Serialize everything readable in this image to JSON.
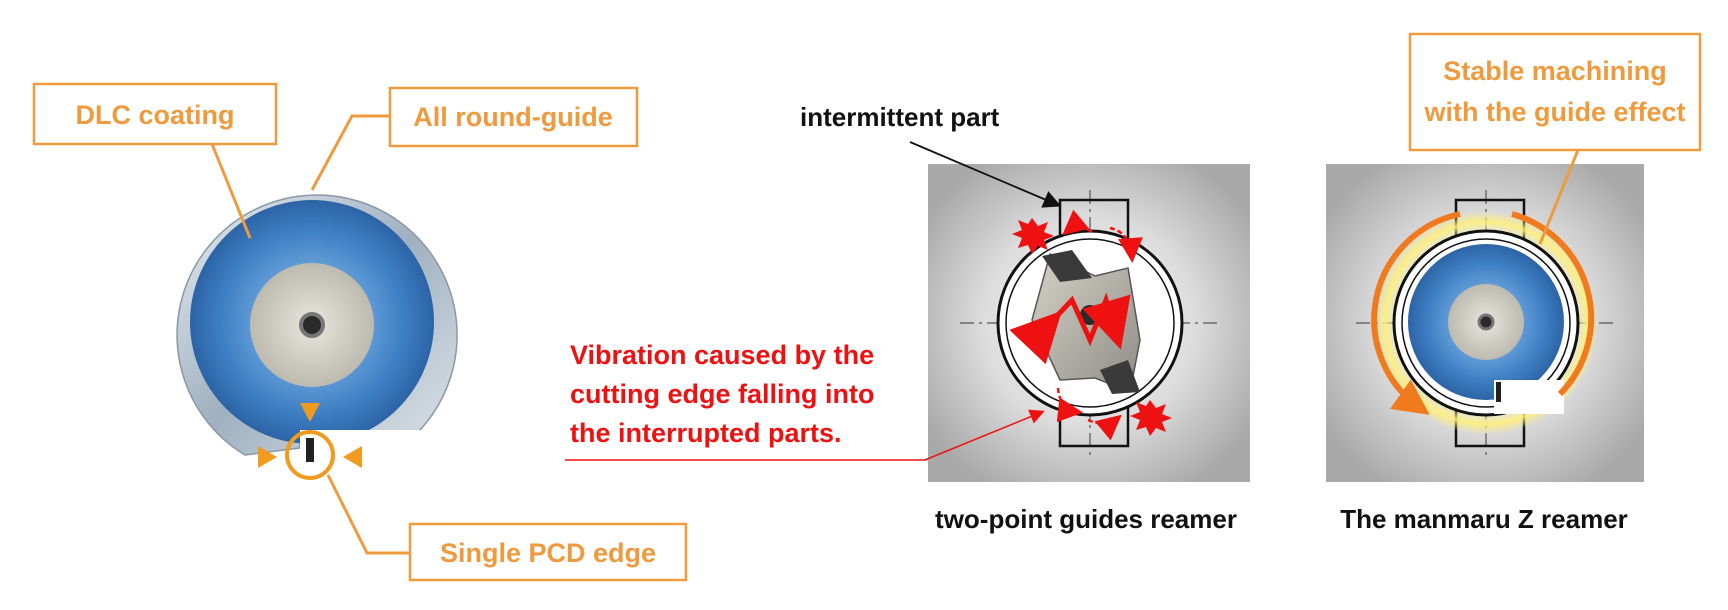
{
  "left_tool": {
    "label_dlc": "DLC coating",
    "label_round_guide": "All round-guide",
    "label_single_pcd": "Single PCD edge"
  },
  "center_panel": {
    "intermittent_label": "intermittent part",
    "vibration_line1": "Vibration caused by the",
    "vibration_line2": "cutting edge falling into",
    "vibration_line3": "the interrupted parts.",
    "caption": "two-point guides reamer"
  },
  "right_panel": {
    "callout_line1": "Stable machining",
    "callout_line2": "with the guide effect",
    "caption": "The manmaru Z reamer"
  },
  "colors": {
    "accent_orange": "#f09a3e",
    "alert_red": "#ee1111",
    "tool_blue": "#3e7fc4"
  }
}
